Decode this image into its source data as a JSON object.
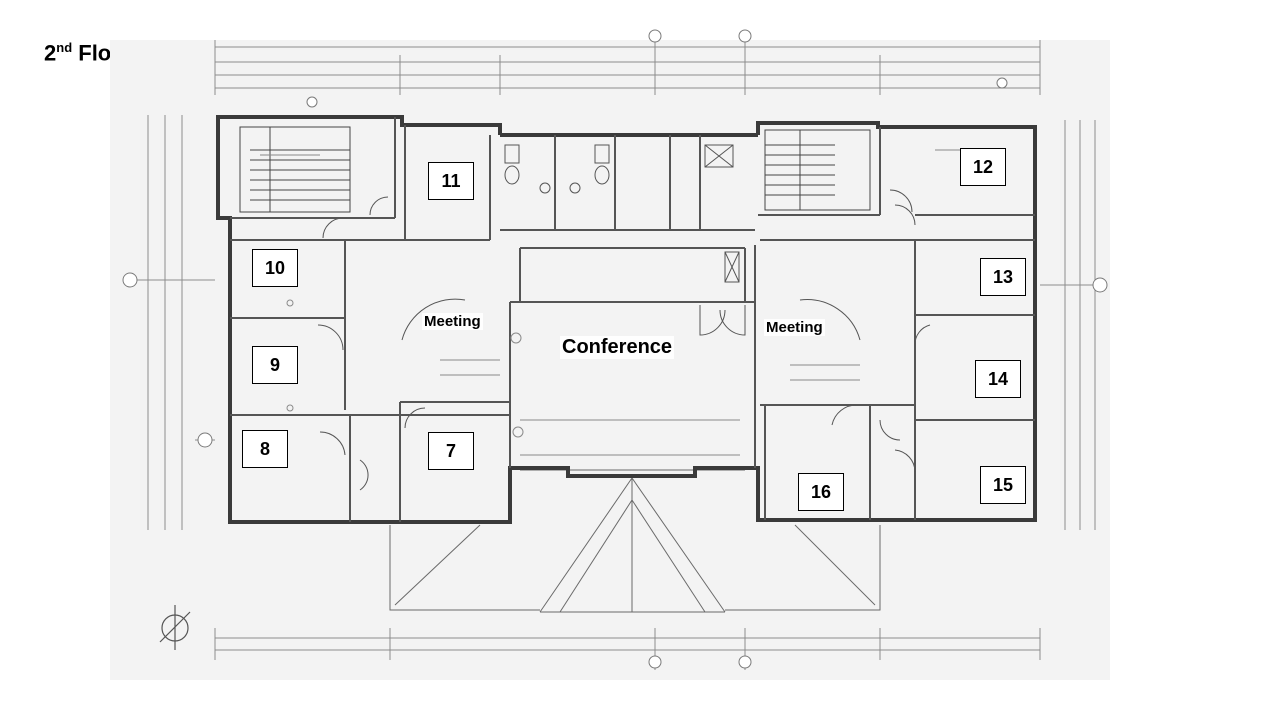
{
  "title": {
    "prefix": "2",
    "superscript": "nd",
    "suffix": " Floor"
  },
  "rooms": {
    "r7": "7",
    "r8": "8",
    "r9": "9",
    "r10": "10",
    "r11": "11",
    "r12": "12",
    "r13": "13",
    "r14": "14",
    "r15": "15",
    "r16": "16"
  },
  "labels": {
    "meeting_left": "Meeting",
    "meeting_right": "Meeting",
    "conference": "Conference"
  },
  "colors": {
    "wall": "#3a3a3a",
    "linework": "#9a9a9a",
    "paper": "#f1f1f1"
  }
}
